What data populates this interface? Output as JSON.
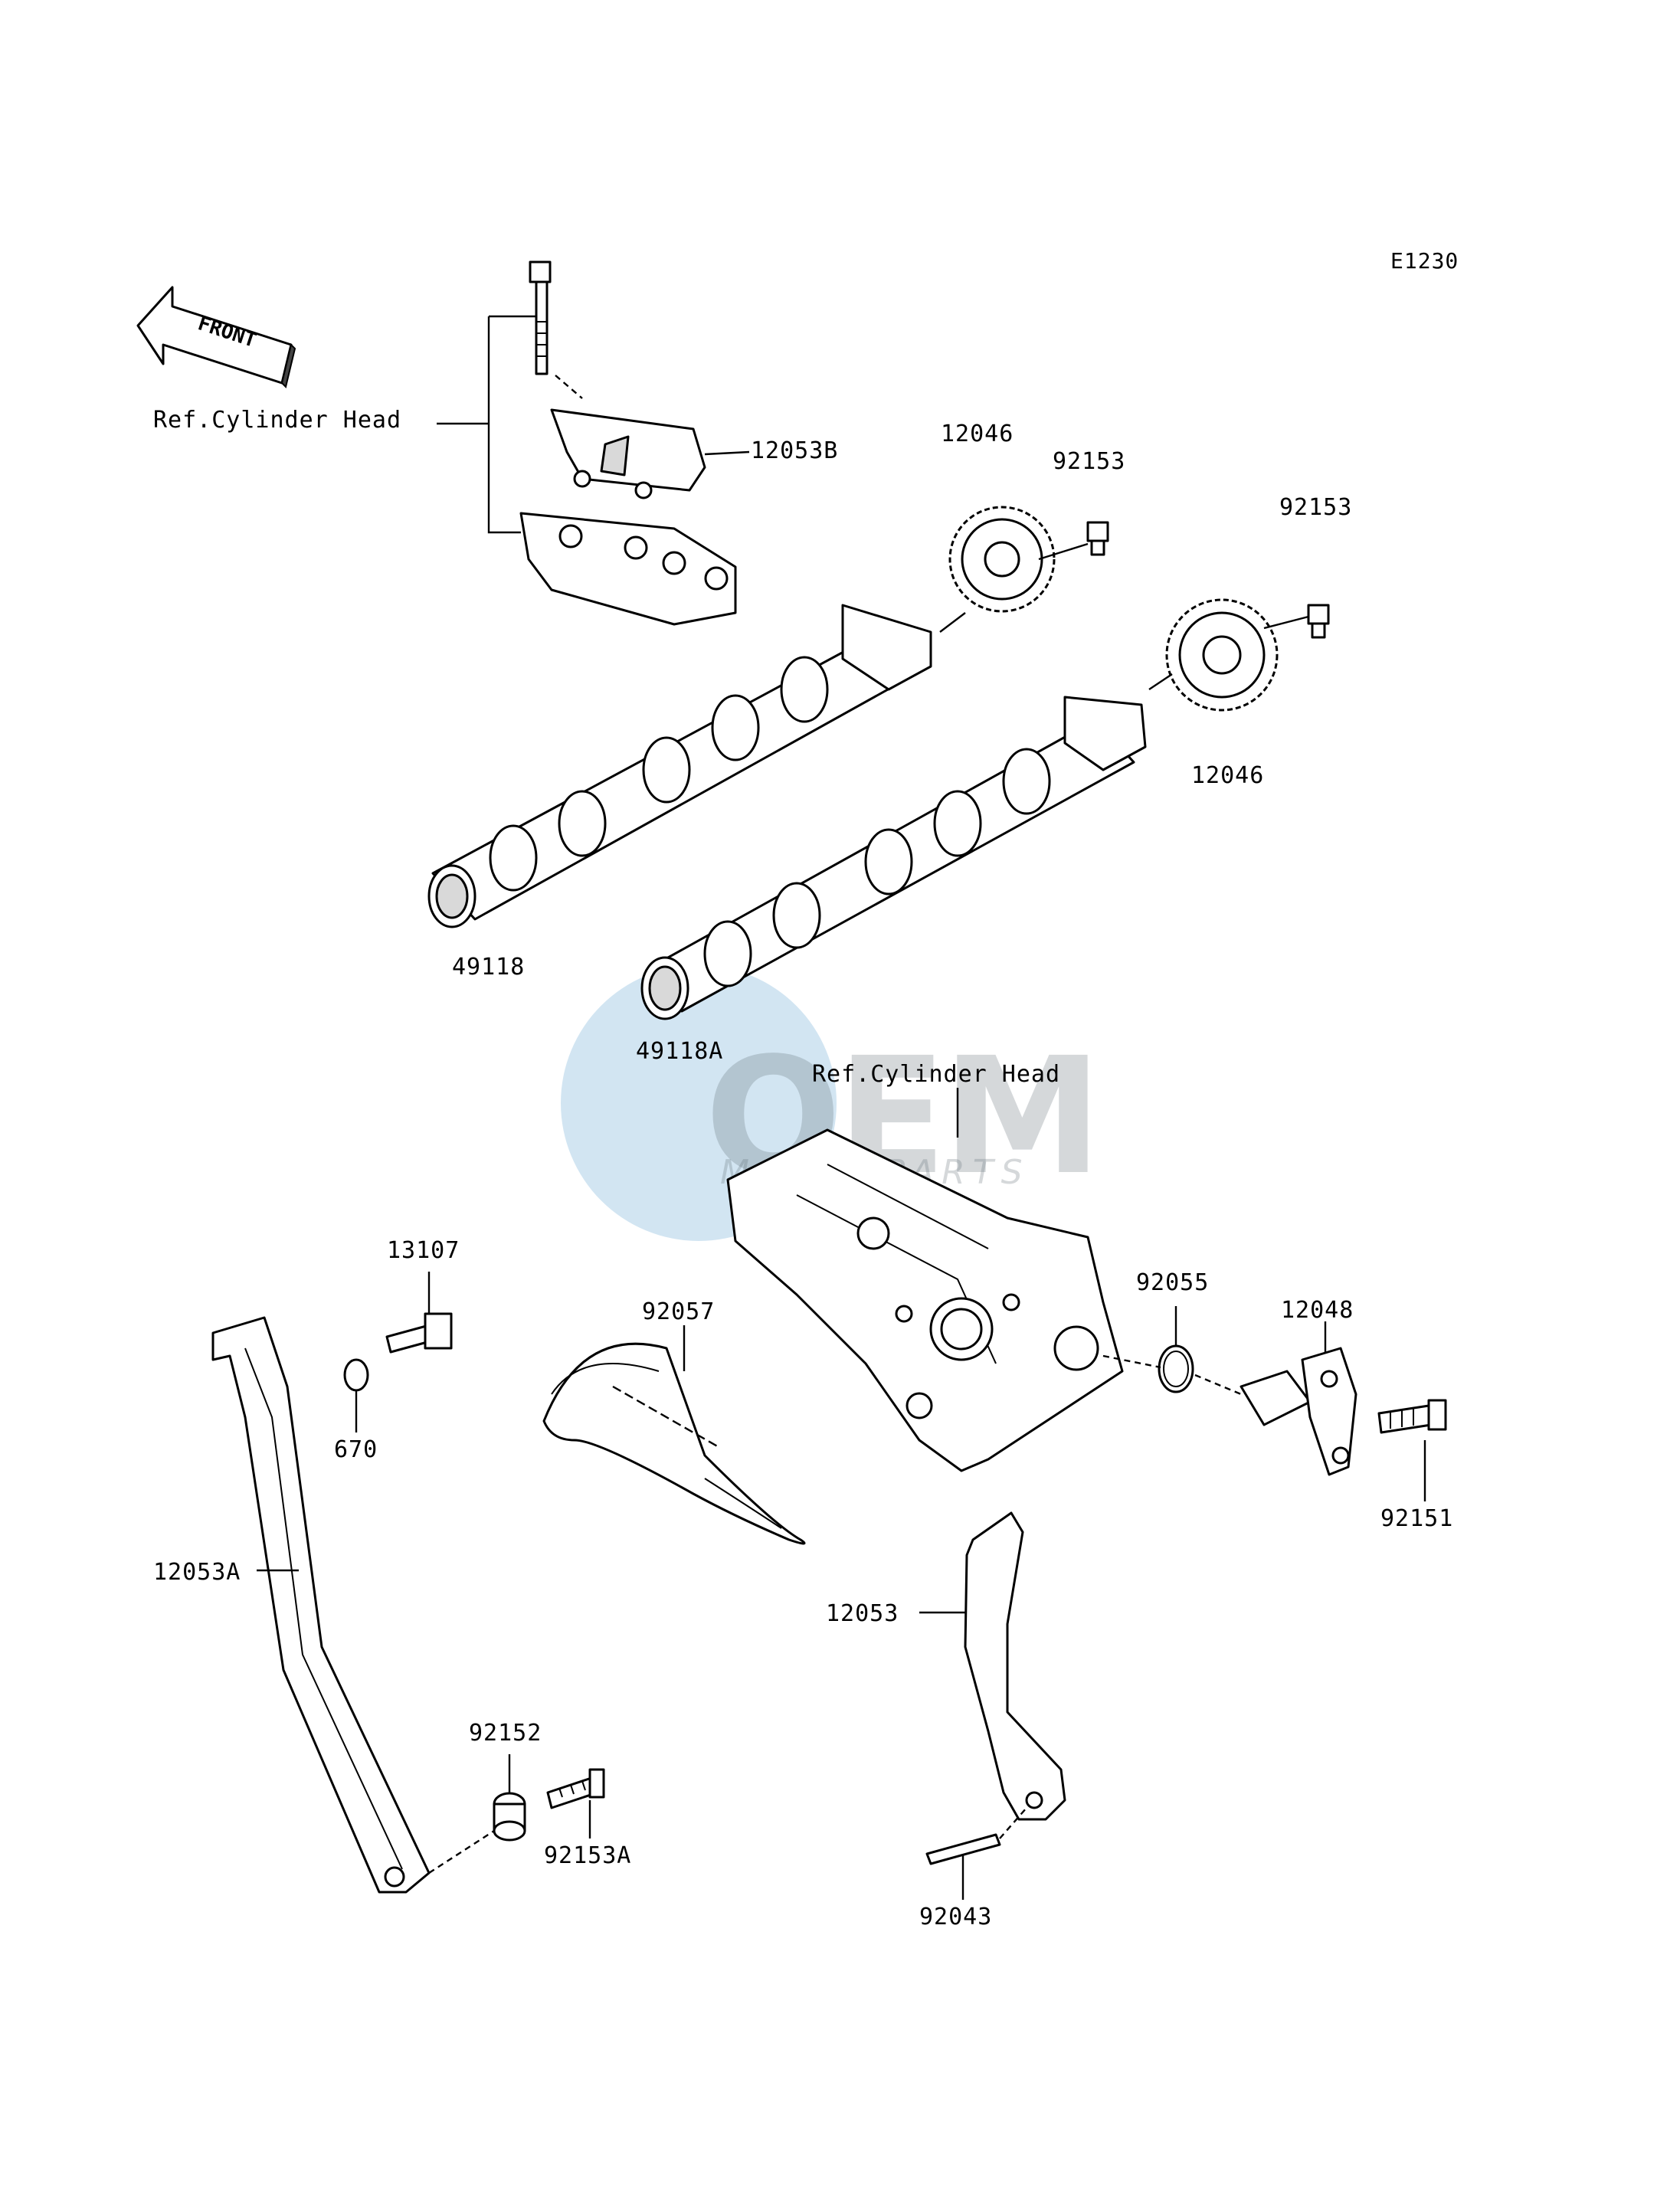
{
  "diagram_code": "E1230",
  "front_arrow_text": "FRONT",
  "watermark": {
    "brand": "OEM",
    "sub": "MOTORPARTS"
  },
  "labels": {
    "ref_cyl_head_top": "Ref.Cylinder Head",
    "ref_cyl_head_mid": "Ref.Cylinder Head",
    "p12053B": "12053B",
    "p12046_top": "12046",
    "p92153_a": "92153",
    "p92153_b": "92153",
    "p12046_right": "12046",
    "p49118": "49118",
    "p49118A": "49118A",
    "p13107": "13107",
    "p670": "670",
    "p92057": "92057",
    "p92055": "92055",
    "p12048": "12048",
    "p92151": "92151",
    "p12053A": "12053A",
    "p12053": "12053",
    "p92152": "92152",
    "p92153A": "92153A",
    "p92043": "92043"
  }
}
